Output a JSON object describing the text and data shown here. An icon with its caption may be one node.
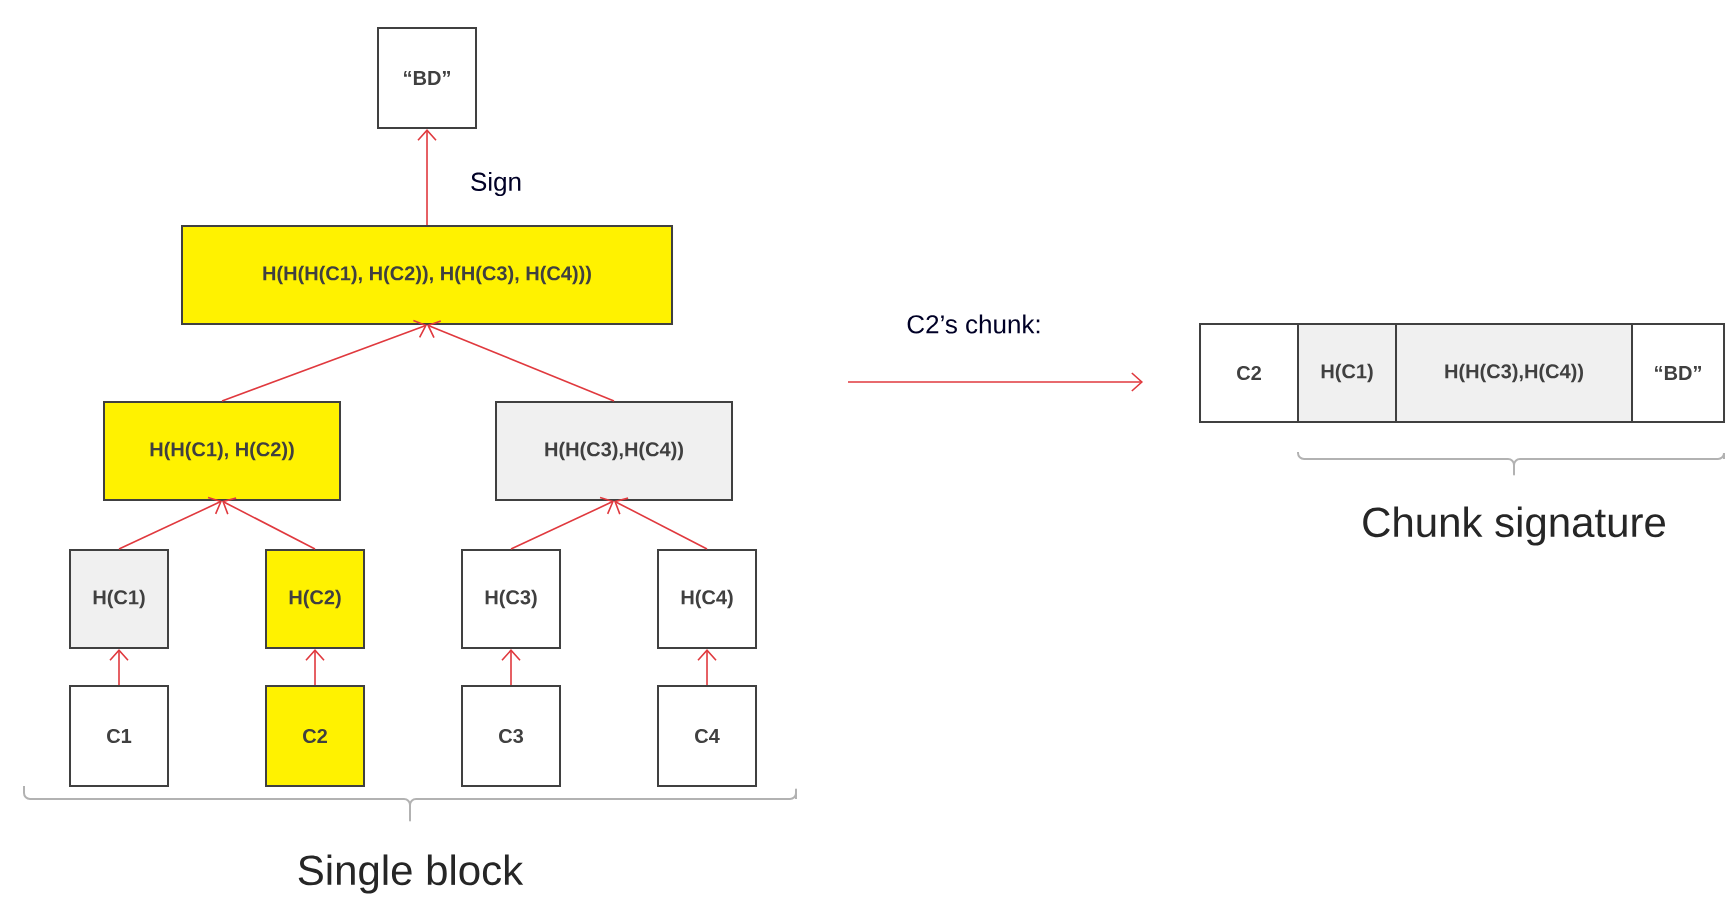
{
  "diagram": {
    "nodes": [
      {
        "text": [
          "“BD”"
        ]
      },
      {
        "text": [
          "H(H(H(C1), H(C2)), H(H(C3), H(C4)))"
        ]
      },
      {
        "text": [
          "H(H(C1), H(C2))"
        ]
      },
      {
        "text": [
          "H(H(C3),H(C4))"
        ]
      },
      {
        "text": [
          "H(C1)"
        ]
      },
      {
        "text": [
          "H(C2)"
        ]
      },
      {
        "text": [
          "H(C3)"
        ]
      },
      {
        "text": [
          "H(C4)"
        ]
      },
      {
        "text": [
          "C1"
        ]
      },
      {
        "text": [
          "C2"
        ]
      },
      {
        "text": [
          "C3"
        ]
      },
      {
        "text": [
          "C4"
        ]
      },
      {
        "text": [
          "C2"
        ]
      },
      {
        "text": [
          "H(C1)"
        ]
      },
      {
        "text": [
          "H(H(C3),H(C4))"
        ]
      },
      {
        "text": [
          "“BD”"
        ]
      }
    ],
    "edges": [
      {
        "from": 8,
        "to": 4,
        "arrow": "to"
      },
      {
        "from": 9,
        "to": 5,
        "arrow": "to"
      },
      {
        "from": 10,
        "to": 6,
        "arrow": "to"
      },
      {
        "from": 11,
        "to": 7,
        "arrow": "to"
      },
      {
        "from": 4,
        "to": 2,
        "arrow": "to"
      },
      {
        "from": 5,
        "to": 2,
        "arrow": "to"
      },
      {
        "from": 6,
        "to": 3,
        "arrow": "to"
      },
      {
        "from": 7,
        "to": 3,
        "arrow": "to"
      },
      {
        "from": 2,
        "to": 1,
        "arrow": "to"
      },
      {
        "from": 3,
        "to": 1,
        "arrow": "to"
      },
      {
        "from": 1,
        "to": 0,
        "arrow": "to",
        "label": "Sign"
      },
      {
        "from": null,
        "to": 12,
        "arrow": "to",
        "label": "C2’s chunk:"
      }
    ],
    "labels": [
      "Chunk signature",
      "Single block"
    ]
  }
}
